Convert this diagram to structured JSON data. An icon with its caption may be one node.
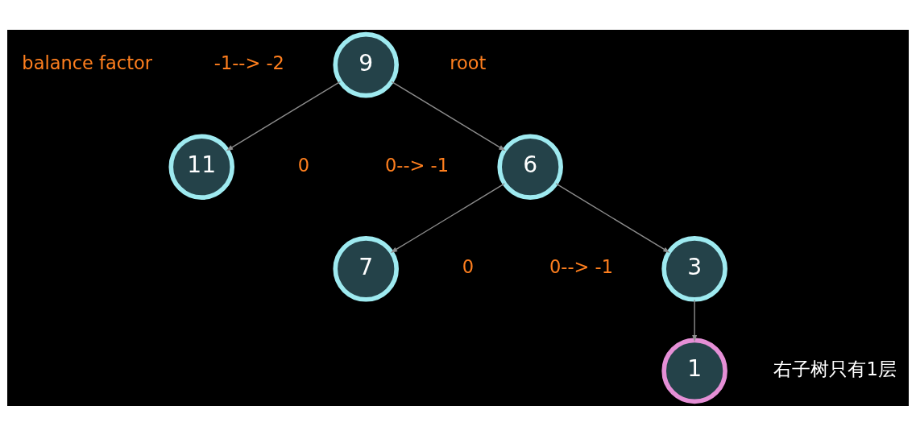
{
  "diagram": {
    "nodes": [
      {
        "text": [
          "9"
        ],
        "beside": [
          "-1--> -2",
          "root"
        ]
      },
      {
        "text": [
          "6"
        ],
        "beside": [
          "0--> -1"
        ]
      },
      {
        "text": [
          "11"
        ],
        "beside": [
          "0"
        ]
      },
      {
        "text": [
          "3"
        ],
        "beside": [
          "0--> -1"
        ]
      },
      {
        "text": [
          "7"
        ],
        "beside": [
          "0"
        ]
      },
      {
        "text": [
          "1"
        ]
      }
    ],
    "edges": [
      {
        "from": 0,
        "to": 1,
        "arrow": "to"
      },
      {
        "from": 0,
        "to": 2,
        "arrow": "to"
      },
      {
        "from": 1,
        "to": 3,
        "arrow": "to"
      },
      {
        "from": 1,
        "to": 4,
        "arrow": "to"
      },
      {
        "from": 3,
        "to": 5,
        "arrow": "to"
      }
    ],
    "labels": [
      "balance factor",
      "右子树只有1层"
    ]
  }
}
